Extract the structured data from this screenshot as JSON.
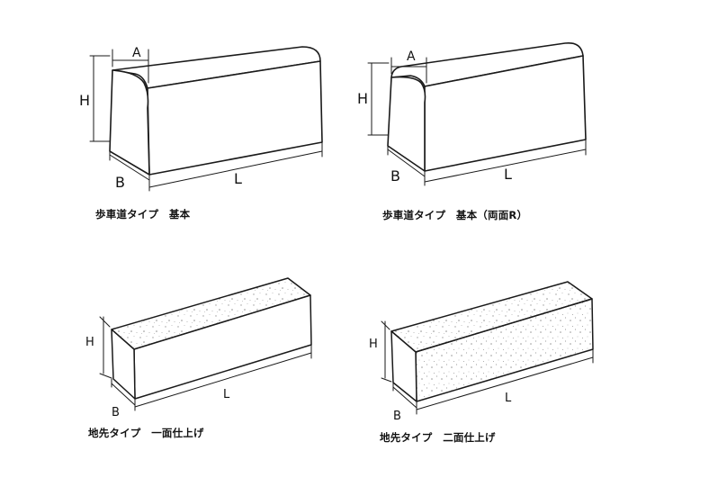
{
  "colors": {
    "ink": "#1a1a1a",
    "fill": "#ffffff",
    "speckle": "#9a9a9a",
    "text": "#111111"
  },
  "figures": [
    {
      "id": "sidewalk-basic",
      "caption": "歩車道タイプ　基本",
      "labels": {
        "a": "A",
        "h": "H",
        "b": "B",
        "l": "L"
      }
    },
    {
      "id": "sidewalk-double-r",
      "caption": "歩車道タイプ　基本（両面R）",
      "labels": {
        "a": "A",
        "h": "H",
        "b": "B",
        "l": "L"
      }
    },
    {
      "id": "ground-one-face",
      "caption": "地先タイプ　一面仕上げ",
      "labels": {
        "h": "H",
        "b": "B",
        "l": "L"
      }
    },
    {
      "id": "ground-two-face",
      "caption": "地先タイプ　二面仕上げ",
      "labels": {
        "h": "H",
        "b": "B",
        "l": "L"
      }
    }
  ]
}
